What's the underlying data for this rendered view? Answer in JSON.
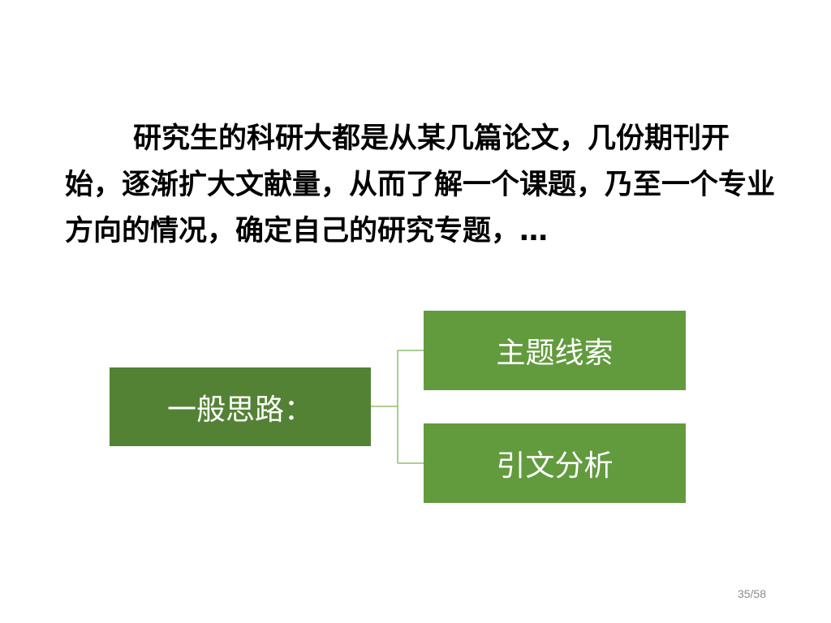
{
  "slide": {
    "paragraph": "研究生的科研大都是从某几篇论文，几份期刊开始，逐渐扩大文献量，从而了解一个课题，乃至一个专业方向的情况，确定自己的研究专题，…",
    "page_number": "35/58"
  },
  "diagram": {
    "root": {
      "label": "一般思路："
    },
    "children": [
      {
        "label": "主题线索"
      },
      {
        "label": "引文分析"
      }
    ],
    "colors": {
      "root_fill": "#548235",
      "child_fill": "#629b3e",
      "connector": "#8fbf6f",
      "text": "#ffffff"
    }
  }
}
